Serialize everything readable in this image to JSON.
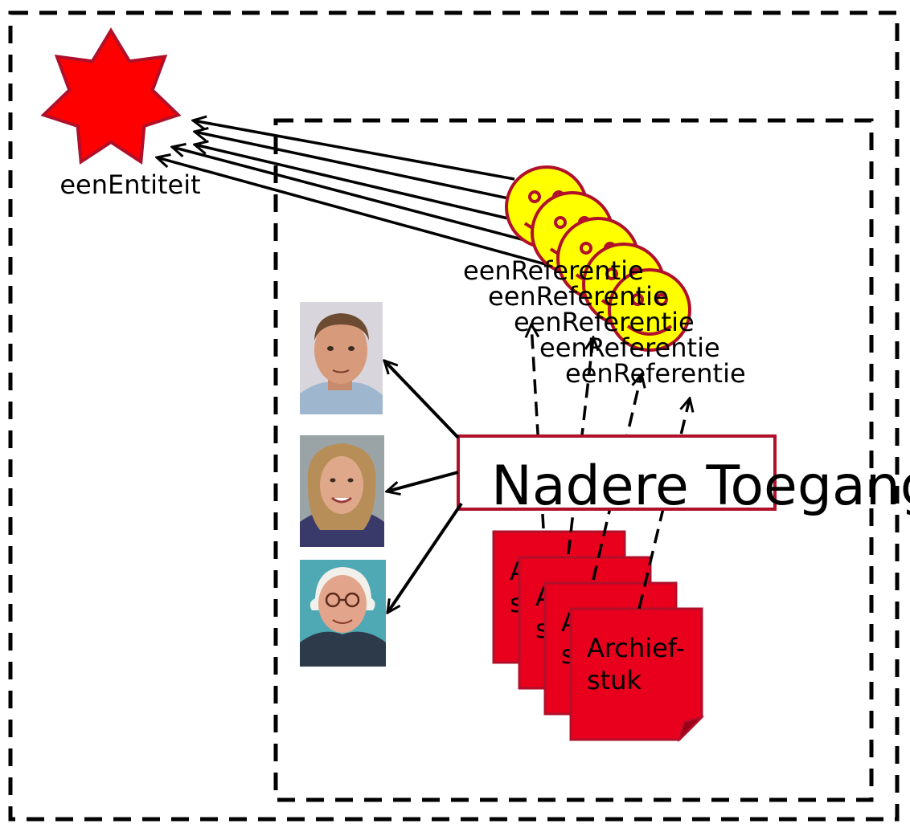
{
  "entity": {
    "label": "eenEntiteit",
    "color": "#ff0000",
    "stroke": "#b0102a"
  },
  "references": {
    "labels": [
      "eenReferentie",
      "eenReferentie",
      "eenReferentie",
      "eenReferentie",
      "eenReferentie"
    ],
    "face_fill": "#ffff00",
    "face_stroke": "#b0102a"
  },
  "access_box": {
    "label": "Nadere Toegang",
    "border_color": "#b0102a"
  },
  "archive_pieces": {
    "labels": [
      "Archief-\nstuk",
      "Archief-\nstuk",
      "Archief-\nstuk",
      "Archief-\nstuk"
    ],
    "fill": "#e8001c",
    "stroke": "#b0102a"
  },
  "persons": [
    {
      "name": "person-photo-1"
    },
    {
      "name": "person-photo-2"
    },
    {
      "name": "person-photo-3"
    }
  ]
}
